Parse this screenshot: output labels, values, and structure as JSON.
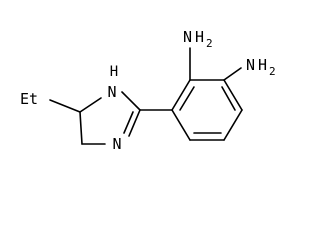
{
  "molecule": {
    "atom_labels": {
      "ethyl": "Et",
      "ring_nh": "H",
      "ring_nh_n": "N",
      "ring_n": "N",
      "amine_top_n": "N",
      "amine_top_h": "H",
      "amine_top_sub": "2",
      "amine_right_n": "N",
      "amine_right_h": "H",
      "amine_right_sub": "2"
    },
    "bond_color": "#000000",
    "background": "#ffffff"
  }
}
